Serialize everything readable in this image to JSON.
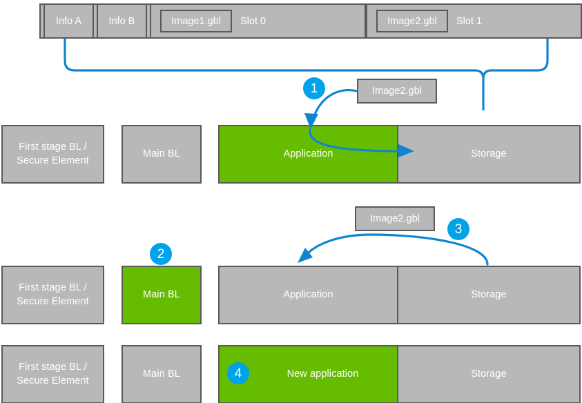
{
  "slot_bar": {
    "cells": [
      {
        "label": "Info A"
      },
      {
        "label": "Info B"
      }
    ],
    "slots": [
      {
        "label": "Slot 0",
        "image": "Image1.gbl"
      },
      {
        "label": "Slot 1",
        "image": "Image2.gbl"
      }
    ]
  },
  "callouts": [
    {
      "label": "Image2.gbl"
    },
    {
      "label": "Image2.gbl"
    }
  ],
  "badges": [
    {
      "number": "1"
    },
    {
      "number": "2"
    },
    {
      "number": "3"
    },
    {
      "number": "4"
    }
  ],
  "rows": [
    {
      "name": "row-initial",
      "blocks": [
        {
          "label": "First stage BL /\nSecure Element",
          "state": "inactive"
        },
        {
          "label": "Main BL",
          "state": "inactive"
        },
        {
          "label": "Application",
          "state": "active"
        },
        {
          "label": "Storage",
          "state": "inactive"
        }
      ]
    },
    {
      "name": "row-bootloader-running",
      "blocks": [
        {
          "label": "First stage BL /\nSecure Element",
          "state": "inactive"
        },
        {
          "label": "Main BL",
          "state": "active"
        },
        {
          "label": "Application",
          "state": "inactive"
        },
        {
          "label": "Storage",
          "state": "inactive"
        }
      ]
    },
    {
      "name": "row-updated",
      "blocks": [
        {
          "label": "First stage BL /\nSecure Element",
          "state": "inactive"
        },
        {
          "label": "Main BL",
          "state": "inactive"
        },
        {
          "label": "New application",
          "state": "active"
        },
        {
          "label": "Storage",
          "state": "inactive"
        }
      ]
    }
  ],
  "colors": {
    "active": "#66bc00",
    "inactive": "#b8b8b8",
    "border": "#595959",
    "accent": "#1184d0",
    "badge": "#00a2e8",
    "text": "#ffffff"
  }
}
